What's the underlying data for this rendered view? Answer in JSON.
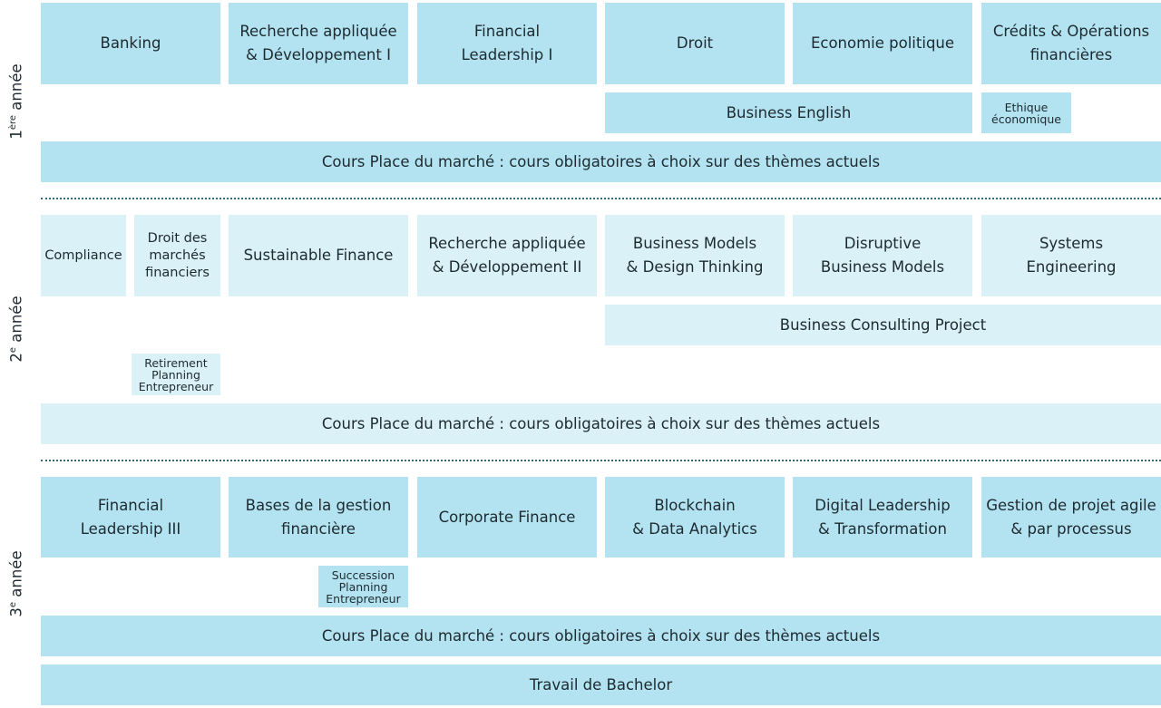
{
  "years": [
    {
      "num": "1",
      "sup": "ère",
      "label": "année"
    },
    {
      "num": "2",
      "sup": "e",
      "label": "année"
    },
    {
      "num": "3",
      "sup": "e",
      "label": "année"
    }
  ],
  "y1": {
    "courses": [
      "Banking",
      "Recherche appliquée\n& Développement I",
      "Financial\nLeadership I",
      "Droit",
      "Economie politique",
      "Crédits & Opérations\nfinancières"
    ],
    "business_english": "Business English",
    "ethique": "Ethique\néconomique",
    "marche": "Cours Place du marché : cours obligatoires à choix sur des thèmes actuels"
  },
  "y2": {
    "courses": [
      "Compliance",
      "Droit des\nmarchés\nfinanciers",
      "Sustainable Finance",
      "Recherche appliquée\n& Développement II",
      "Business Models\n& Design Thinking",
      "Disruptive\nBusiness Models",
      "Systems\nEngineering"
    ],
    "consulting": "Business Consulting Project",
    "retirement": "Retirement\nPlanning\nEntrepreneur",
    "marche": "Cours Place du marché : cours obligatoires à choix sur des thèmes actuels"
  },
  "y3": {
    "courses": [
      "Financial\nLeadership III",
      "Bases de la gestion\nfinancière",
      "Corporate Finance",
      "Blockchain\n& Data Analytics",
      "Digital Leadership\n& Transformation",
      "Gestion de projet agile\n& par processus"
    ],
    "succession": "Succession\nPlanning\nEntrepreneur",
    "marche": "Cours Place du marché : cours obligatoires à choix sur des thèmes actuels",
    "bachelor": "Travail de Bachelor"
  },
  "colors": {
    "year13": "#b3e3f1",
    "year2": "#d9f1f7",
    "divider": "#2e6c7d"
  }
}
